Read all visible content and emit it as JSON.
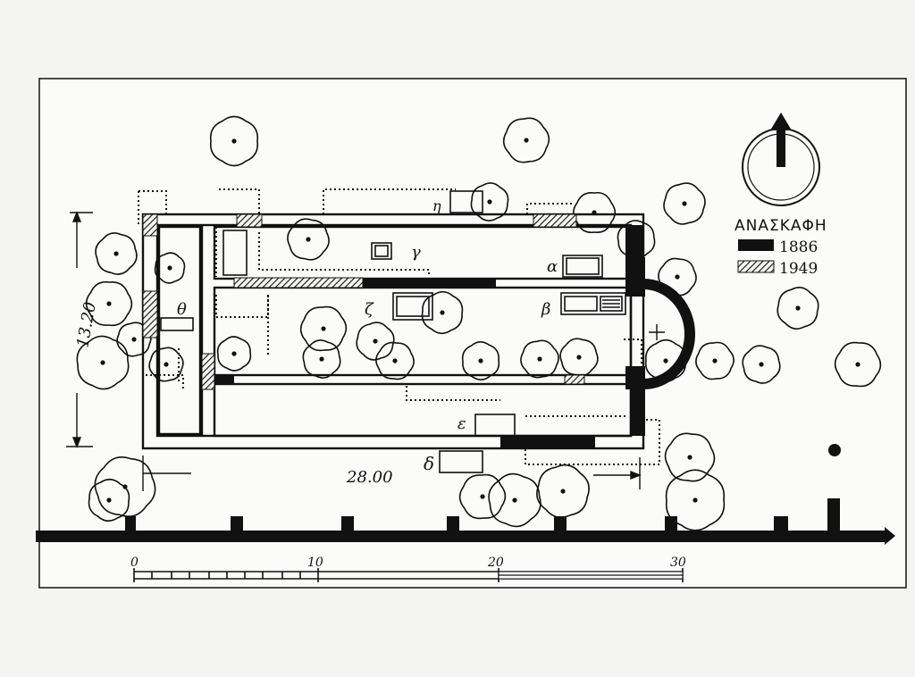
{
  "legend": {
    "title": "ΑΝΑΣΚΑΦΗ",
    "items": [
      {
        "year": "1886",
        "fill": "solid-black"
      },
      {
        "year": "1949",
        "fill": "hatched"
      }
    ]
  },
  "dimensions": {
    "length": "28.00",
    "width": "13.20"
  },
  "scale": {
    "ticks": [
      "0",
      "10",
      "20",
      "30"
    ]
  },
  "room_labels": {
    "a": "α",
    "b": "β",
    "g": "γ",
    "d": "δ",
    "e": "ε",
    "z": "ζ",
    "h": "η",
    "th": "θ"
  },
  "colors": {
    "ink": "#111111",
    "paper": "#f4f4f2",
    "frame": "#fbfbfa"
  }
}
